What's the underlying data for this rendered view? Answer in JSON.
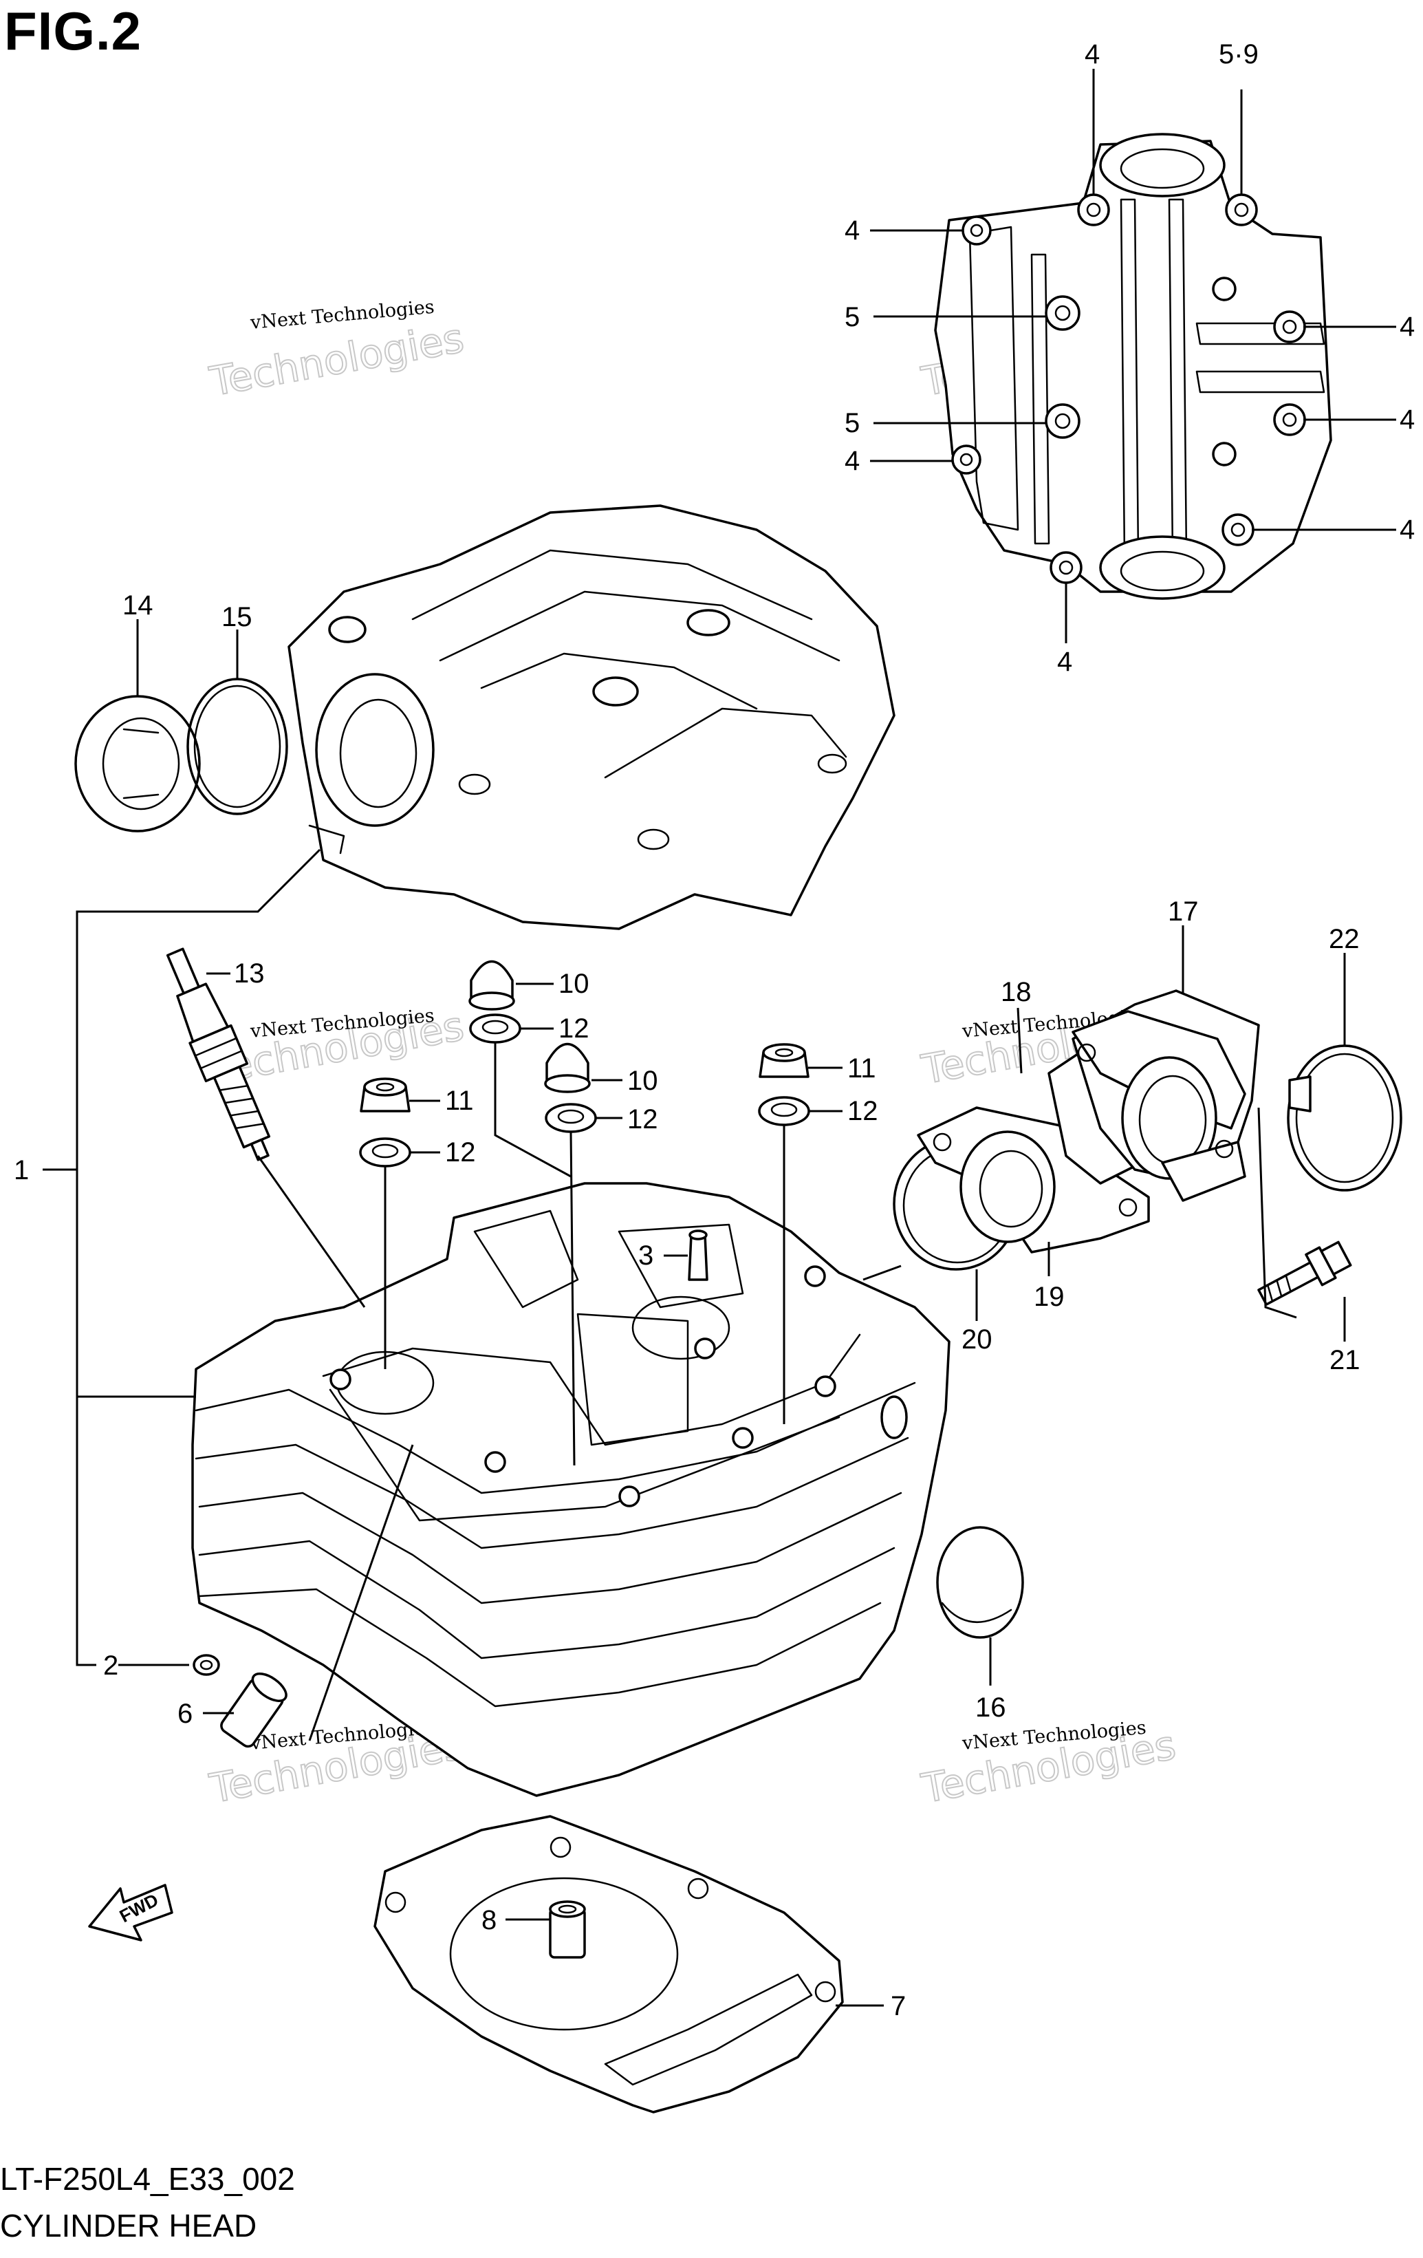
{
  "figure": {
    "title": "FIG.2",
    "code": "LT-F250L4_E33_002",
    "name": "CYLINDER HEAD"
  },
  "watermark": {
    "small_text": "vNext Technologies",
    "large_text": "Technologies",
    "brand_text": "vNext"
  },
  "fwd_label": "FWD",
  "callouts": {
    "cover_4_top": "4",
    "cover_5_9": "5·9",
    "cover_4_left_a": "4",
    "cover_5_a": "5",
    "cover_5_b": "5",
    "cover_4_left_b": "4",
    "cover_4_right_a": "4",
    "cover_4_right_b": "4",
    "cover_4_right_c": "4",
    "cover_4_bottom": "4",
    "p14": "14",
    "p15": "15",
    "p1": "1",
    "p13": "13",
    "p10_a": "10",
    "p12_a": "12",
    "p10_b": "10",
    "p12_b": "12",
    "p11_a": "11",
    "p12_c": "12",
    "p11_b": "11",
    "p12_d": "12",
    "p3": "3",
    "p18": "18",
    "p17": "17",
    "p22": "22",
    "p20": "20",
    "p19": "19",
    "p21": "21",
    "p16": "16",
    "p2": "2",
    "p6": "6",
    "p8": "8",
    "p7": "7"
  }
}
